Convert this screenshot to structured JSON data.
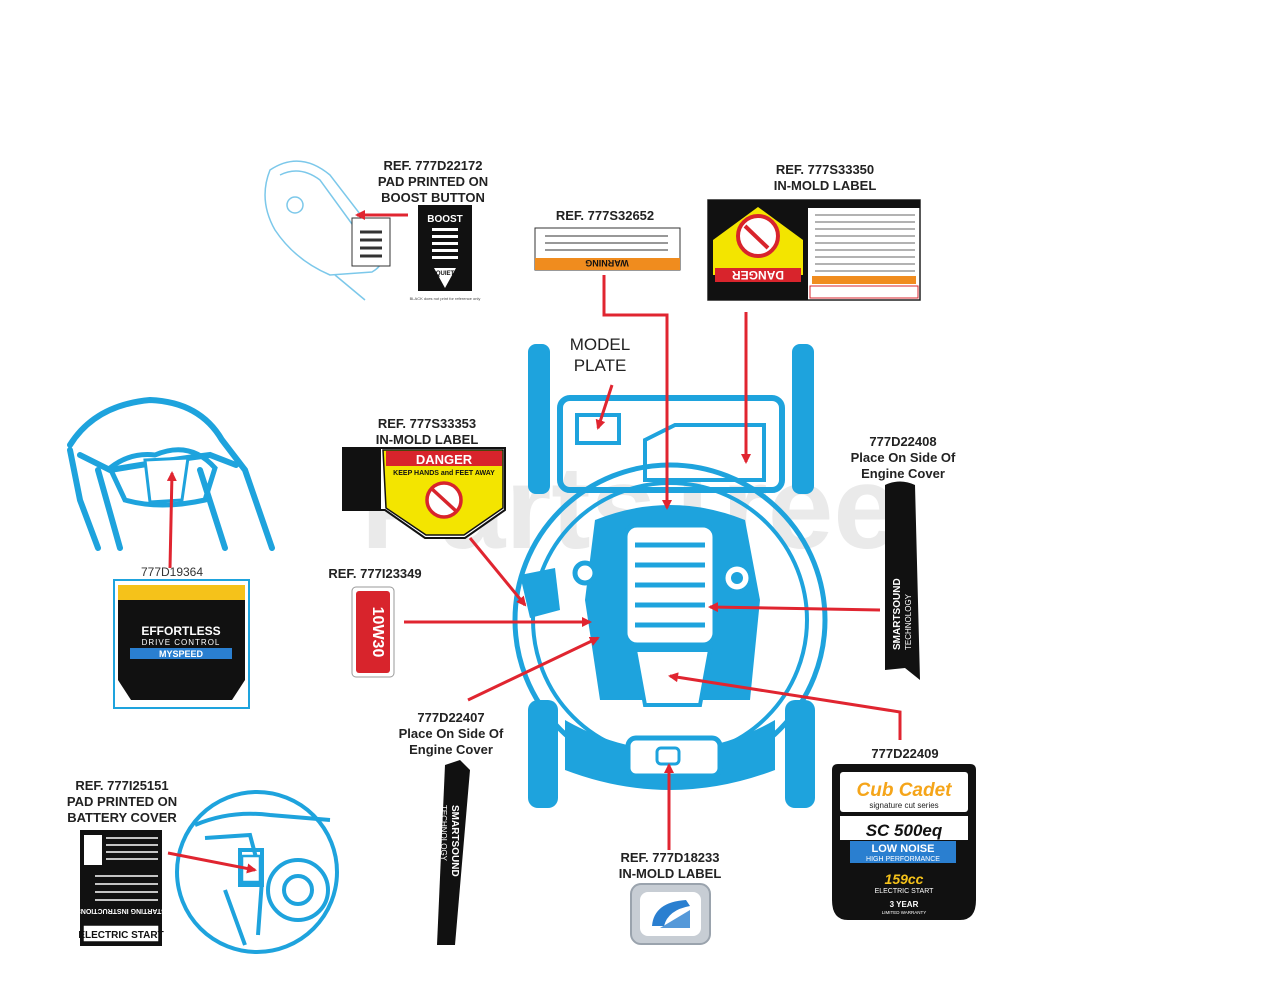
{
  "watermark": "PartsTree",
  "callouts": {
    "boost": {
      "line1": "REF. 777D22172",
      "line2": "PAD PRINTED ON",
      "line3": "BOOST BUTTON"
    },
    "warning": {
      "line1": "REF. 777S32652"
    },
    "danger_top": {
      "line1": "REF. 777S33350",
      "line2": "IN-MOLD LABEL"
    },
    "model_plate": {
      "line1": "MODEL",
      "line2": "PLATE"
    },
    "danger_mid": {
      "line1": "REF. 777S33353",
      "line2": "IN-MOLD LABEL"
    },
    "side_right": {
      "line1": "777D22408",
      "line2": "Place On Side Of",
      "line3": "Engine Cover"
    },
    "handle": {
      "line1": "777D19364"
    },
    "oil": {
      "line1": "REF. 777I23349"
    },
    "side_left": {
      "line1": "777D22407",
      "line2": "Place On Side Of",
      "line3": "Engine Cover"
    },
    "brand": {
      "line1": "777D22409"
    },
    "battery": {
      "line1": "REF. 777I25151",
      "line2": "PAD PRINTED ON",
      "line3": "BATTERY COVER"
    },
    "logo": {
      "line1": "REF. 777D18233",
      "line2": "IN-MOLD LABEL"
    }
  },
  "decals": {
    "boost_top": "BOOST",
    "boost_bottom": "QUIET",
    "boost_note": "BLACK does not print for reference only",
    "warning_word": "WARNING",
    "danger_word": "DANGER",
    "keep_hands": "KEEP HANDS and FEET AWAY",
    "oil": "10W30",
    "effortless": "EFFORTLESS",
    "drive_control": "DRIVE CONTROL",
    "myspeed": "MYSPEED",
    "smartsound": "SMARTSOUND",
    "technology": "TECHNOLOGY",
    "cubcadet": "Cub Cadet",
    "signature": "signature cut series",
    "model": "SC 500eq",
    "low_noise": "LOW NOISE",
    "high_perf": "HIGH PERFORMANCE",
    "cc": "159cc",
    "electric_start": "ELECTRIC START",
    "warranty": "3 YEAR",
    "warranty_sub": "LIMITED WARRANTY",
    "starting_instructions": "STARTING INSTRUCTIONS",
    "electric_start_box": "ELECTRIC START"
  },
  "colors": {
    "mower_blue": "#1ea3dd",
    "arrow_red": "#e02530",
    "danger_yellow": "#f3e500",
    "danger_red": "#d8242c",
    "warning_orange": "#f08c1e",
    "myspeed_blue": "#2a7fd0",
    "brand_yellow": "#f5c21a"
  }
}
